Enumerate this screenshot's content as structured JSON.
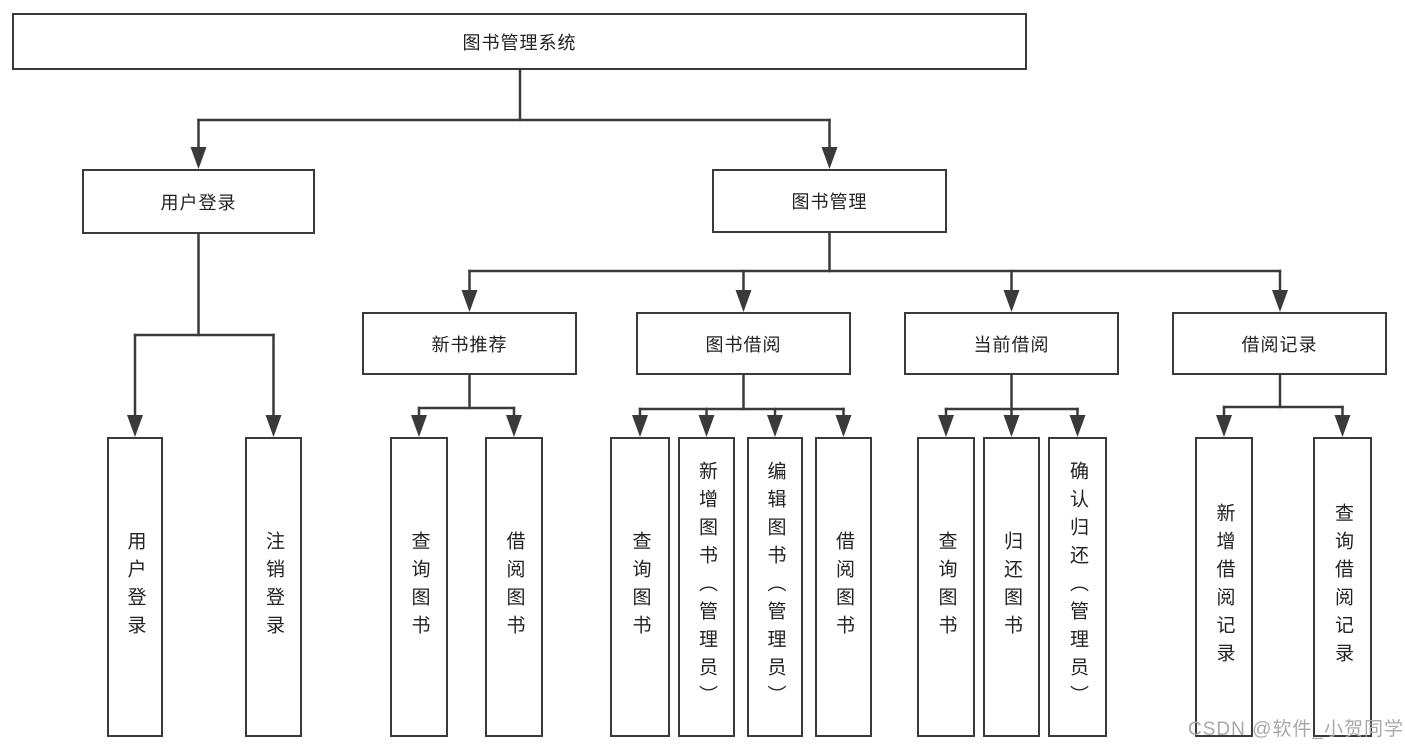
{
  "diagram": {
    "root": {
      "label": "图书管理系统"
    },
    "level2": [
      {
        "label": "用户登录"
      },
      {
        "label": "图书管理"
      }
    ],
    "level3": [
      {
        "label": "新书推荐"
      },
      {
        "label": "图书借阅"
      },
      {
        "label": "当前借阅"
      },
      {
        "label": "借阅记录"
      }
    ],
    "leaves": {
      "user_login": [
        "用户登录",
        "注销登录"
      ],
      "new_book": [
        "查询图书",
        "借阅图书"
      ],
      "borrow": [
        "查询图书",
        "新增图书（管理员）",
        "编辑图书（管理员）",
        "借阅图书"
      ],
      "current": [
        "查询图书",
        "归还图书",
        "确认归还（管理员）"
      ],
      "records": [
        "新增借阅记录",
        "查询借阅记录"
      ]
    }
  },
  "watermark": {
    "text": "CSDN @软件_小贺同学"
  },
  "colors": {
    "stroke": "#3a3a3a",
    "text": "#222222",
    "watermark": "#a9a9a9",
    "background": "#ffffff"
  }
}
